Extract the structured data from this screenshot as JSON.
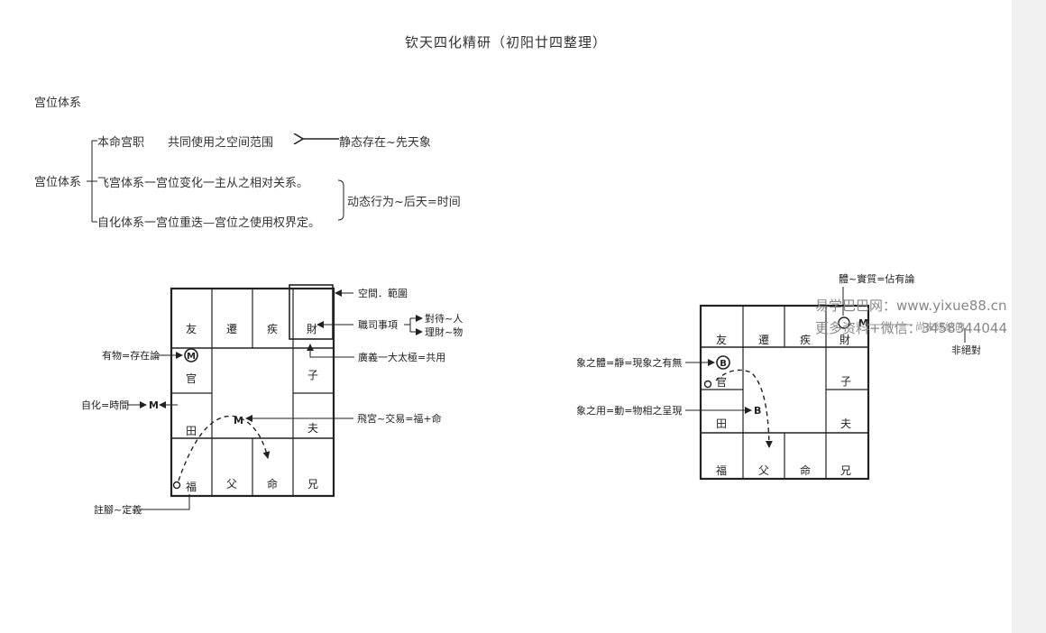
{
  "title": "钦天四化精研（初阳廿四整理）",
  "section_heading": "宫位体系",
  "tree": {
    "root": "宫位体系",
    "branches": [
      {
        "label": "本命宫职",
        "desc": "共同使用之空间范围"
      },
      {
        "label": "飞宫体系",
        "desc": "一宫位变化一主从之相对关系。"
      },
      {
        "label": "自化体系",
        "desc": "一宫位重迭—宫位之使用权界定。"
      }
    ],
    "note_static": "静态存在~先天象",
    "note_dynamic": "动态行为~后天=时间"
  },
  "left_diagram": {
    "cells": {
      "you": "友",
      "qian": "遷",
      "ji": "疾",
      "cai": "財",
      "zi": "子",
      "guan": "官",
      "fu_spouse": "夫",
      "tian": "田",
      "fu_fortune": "福",
      "fu_father": "父",
      "ming": "命",
      "xiong": "兄"
    },
    "marks": {
      "circled": "M",
      "m_self": "M",
      "m_center": "M"
    },
    "annotations": {
      "space": "空間．範圍",
      "duty": "職司事項",
      "treat": "對待~人",
      "wealth": "理財~物",
      "broad": "廣義一大太極=共用",
      "exists": "有物=存在論",
      "self_hua": "自化=時間",
      "fly": "飛宮~交易=福+命",
      "footnote": "註腳~定義"
    }
  },
  "right_diagram": {
    "cells": {
      "you": "友",
      "qian": "遷",
      "ji": "疾",
      "cai": "財",
      "zi": "子",
      "guan": "官",
      "fu_spouse": "夫",
      "tian": "田",
      "fu_fortune": "福",
      "fu_father": "父",
      "ming": "命",
      "xiong": "兄"
    },
    "marks": {
      "circled": "B",
      "b_mark": "B",
      "m_mark": "M"
    },
    "annotations": {
      "body_top": "體~實質=佔有論",
      "body": "象之體=靜=現象之有無",
      "use": "象之用=動=物相之呈現",
      "not_absolute": "非絕對",
      "faded": "尚未總結的"
    }
  },
  "watermark": {
    "line1": "易学巴巴网：www.yixue88.cn",
    "line2": "更多资料+微信：3458344044"
  }
}
